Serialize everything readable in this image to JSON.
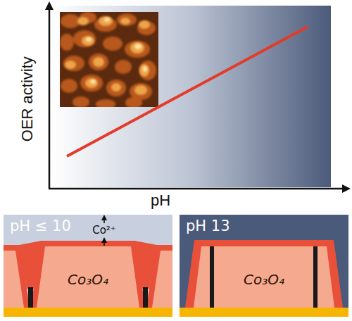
{
  "diagram": {
    "nodes": [
      {
        "text": [
          "pH ≤ 10",
          "Co²⁺"
        ]
      },
      {
        "text": [
          "Co₃O₄"
        ],
        "in": 0
      },
      {
        "text": [
          "pH 13"
        ]
      },
      {
        "text": [
          "Co₃O₄"
        ],
        "in": 2
      }
    ],
    "labels": [
      "OER activity",
      "pH"
    ]
  }
}
